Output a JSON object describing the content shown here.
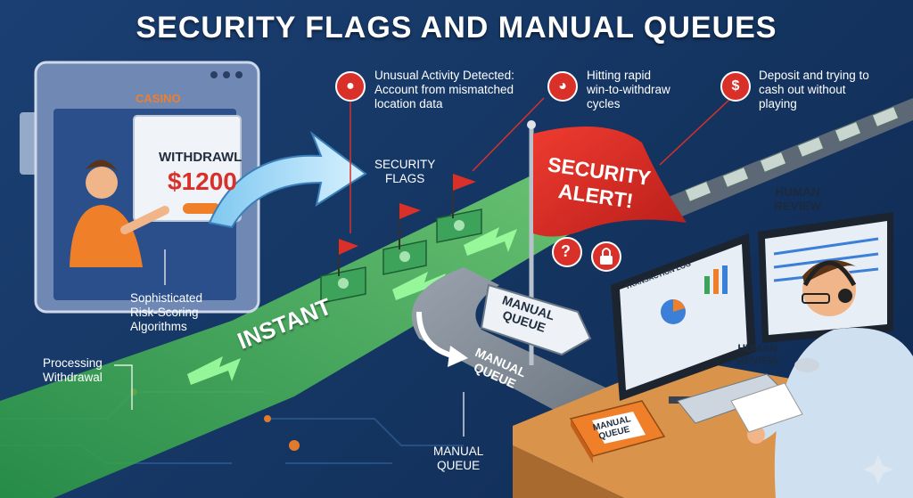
{
  "title": "SECURITY FLAGS AND MANUAL QUEUES",
  "callouts": {
    "location": {
      "text1": "Unusual Activity Detected:",
      "text2": "Account from mismatched",
      "text3": "location data"
    },
    "rapid": {
      "text1": "Hitting rapid",
      "text2": "win-to-withdraw",
      "text3": "cycles"
    },
    "deposit": {
      "text1": "Deposit and trying to",
      "text2": "cash out without",
      "text3": "playing"
    }
  },
  "monitor": {
    "brand": "CASINO",
    "withdrawal_label": "WITHDRAWL",
    "amount": "$1200"
  },
  "labels": {
    "security_flags_1": "SECURITY",
    "security_flags_2": "FLAGS",
    "risk_1": "Sophisticated",
    "risk_2": "Risk-Scoring",
    "risk_3": "Algorithms",
    "processing_1": "Processing",
    "processing_2": "Withdrawal",
    "instant": "INSTANT",
    "alert_1": "SECURITY",
    "alert_2": "ALERT!",
    "question_mark": "?",
    "sign_1": "MANUAL",
    "sign_2": "QUEUE",
    "road_1": "MANUAL",
    "road_2": "QUEUE",
    "bottom_1": "MANUAL",
    "bottom_2": "QUEUE",
    "review_top_1": "HUMAN",
    "review_top_2": "REVIEW",
    "review_mid_1": "HUMAN",
    "review_mid_2": "REVIEW",
    "transaction_log": "TRANSACTION LOG",
    "binder_1": "MANUAL",
    "binder_2": "QUEUE"
  },
  "colors": {
    "alert_red": "#d9302a",
    "instant_green": "#3fbf4f",
    "accent_orange": "#f07f2a"
  }
}
